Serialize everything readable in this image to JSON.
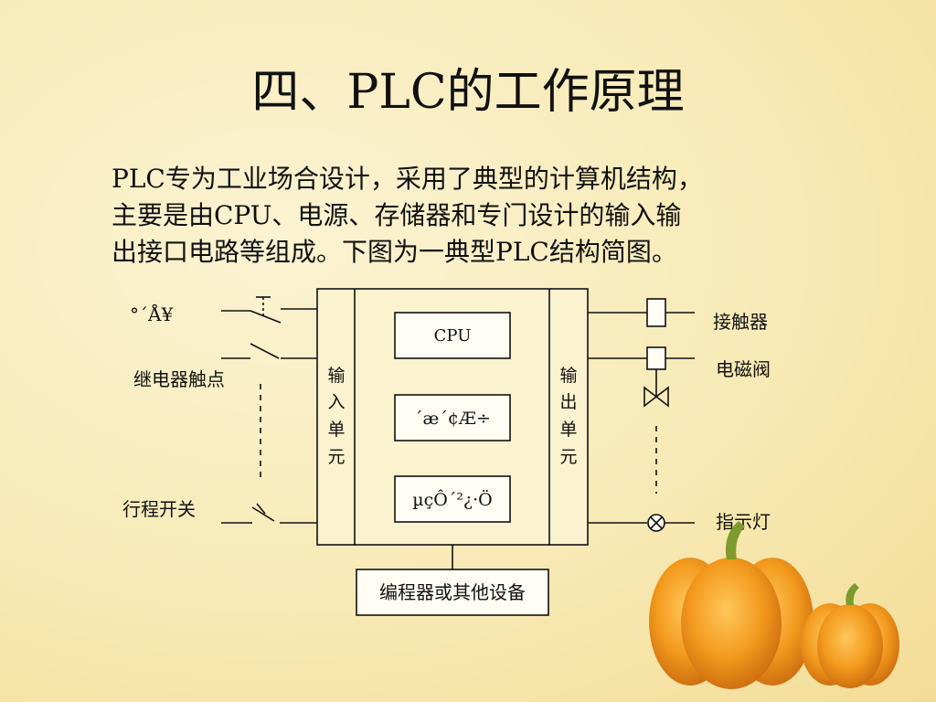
{
  "slide": {
    "title": "四、PLC的工作原理",
    "body_lines": [
      "PLC专为工业场合设计，采用了典型的计算机结构，",
      "主要是由CPU、电源、存储器和专门设计的输入输",
      "出接口电路等组成。下图为一典型PLC结构简图。"
    ]
  },
  "diagram": {
    "left_labels": {
      "button": "°´Å¥",
      "relay_contact": "继电器触点",
      "travel_switch": "行程开关"
    },
    "right_labels": {
      "contactor": "接触器",
      "solenoid_valve": "电磁阀",
      "indicator_lamp": "指示灯"
    },
    "input_unit": [
      "输",
      "入",
      "单",
      "元"
    ],
    "output_unit": [
      "输",
      "出",
      "单",
      "元"
    ],
    "inner_boxes": {
      "cpu": "CPU",
      "memory": "´æ´¢Æ÷",
      "power": "µçÔ´²¿·Ö"
    },
    "programmer": "编程器或其他设备"
  }
}
